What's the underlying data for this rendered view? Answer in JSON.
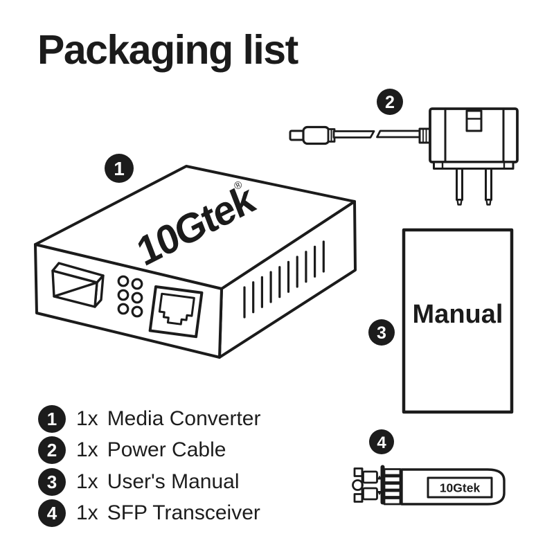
{
  "title": "Packaging list",
  "colors": {
    "ink": "#1b1b1b",
    "background": "#ffffff",
    "badge_fill": "#1c1c1c",
    "badge_text": "#ffffff"
  },
  "diagram": {
    "badges": [
      "1",
      "2",
      "3",
      "4"
    ],
    "converter": {
      "logo": "10Gtek",
      "registered_mark": "®"
    },
    "manual_label": "Manual",
    "sfp_label": "10Gtek"
  },
  "list": {
    "rows": [
      {
        "number": "1",
        "qty": "1x",
        "name": "Media Converter"
      },
      {
        "number": "2",
        "qty": "1x",
        "name": "Power Cable"
      },
      {
        "number": "3",
        "qty": "1x",
        "name": "User's Manual"
      },
      {
        "number": "4",
        "qty": "1x",
        "name": "SFP Transceiver"
      }
    ]
  }
}
